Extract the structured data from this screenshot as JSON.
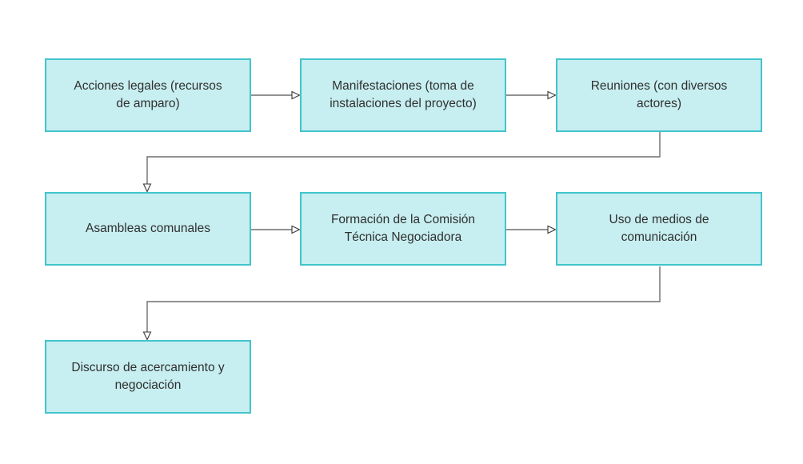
{
  "diagram": {
    "type": "flowchart",
    "background_color": "#ffffff",
    "node_fill_color": "#c7eef0",
    "node_border_color": "#42c4cc",
    "connector_color": "#6e6e6e",
    "arrowhead_style": "hollow",
    "arrowhead_fill": "#ffffff",
    "arrowhead_stroke": "#3a3a3a",
    "text_color": "#2f2f2f",
    "nodes": [
      {
        "id": "acciones-legales",
        "label": "Acciones legales (recursos\nde amparo)"
      },
      {
        "id": "manifestaciones",
        "label": "Manifestaciones (toma de\ninstalaciones del proyecto)"
      },
      {
        "id": "reuniones",
        "label": "Reuniones (con diversos\nactores)"
      },
      {
        "id": "asambleas-comunales",
        "label": "Asambleas comunales"
      },
      {
        "id": "formacion-comision",
        "label": "Formación de la Comisión\nTécnica Negociadora"
      },
      {
        "id": "uso-medios",
        "label": "Uso de medios de\ncomunicación"
      },
      {
        "id": "discurso",
        "label": "Discurso de acercamiento y\nnegociación"
      }
    ],
    "edges": [
      {
        "from": "acciones-legales",
        "to": "manifestaciones",
        "route": "straight-right"
      },
      {
        "from": "manifestaciones",
        "to": "reuniones",
        "route": "straight-right"
      },
      {
        "from": "reuniones",
        "to": "asambleas-comunales",
        "route": "elbow-down-left-down"
      },
      {
        "from": "asambleas-comunales",
        "to": "formacion-comision",
        "route": "straight-right"
      },
      {
        "from": "formacion-comision",
        "to": "uso-medios",
        "route": "straight-right"
      },
      {
        "from": "uso-medios",
        "to": "discurso",
        "route": "elbow-down-left-down"
      }
    ]
  }
}
